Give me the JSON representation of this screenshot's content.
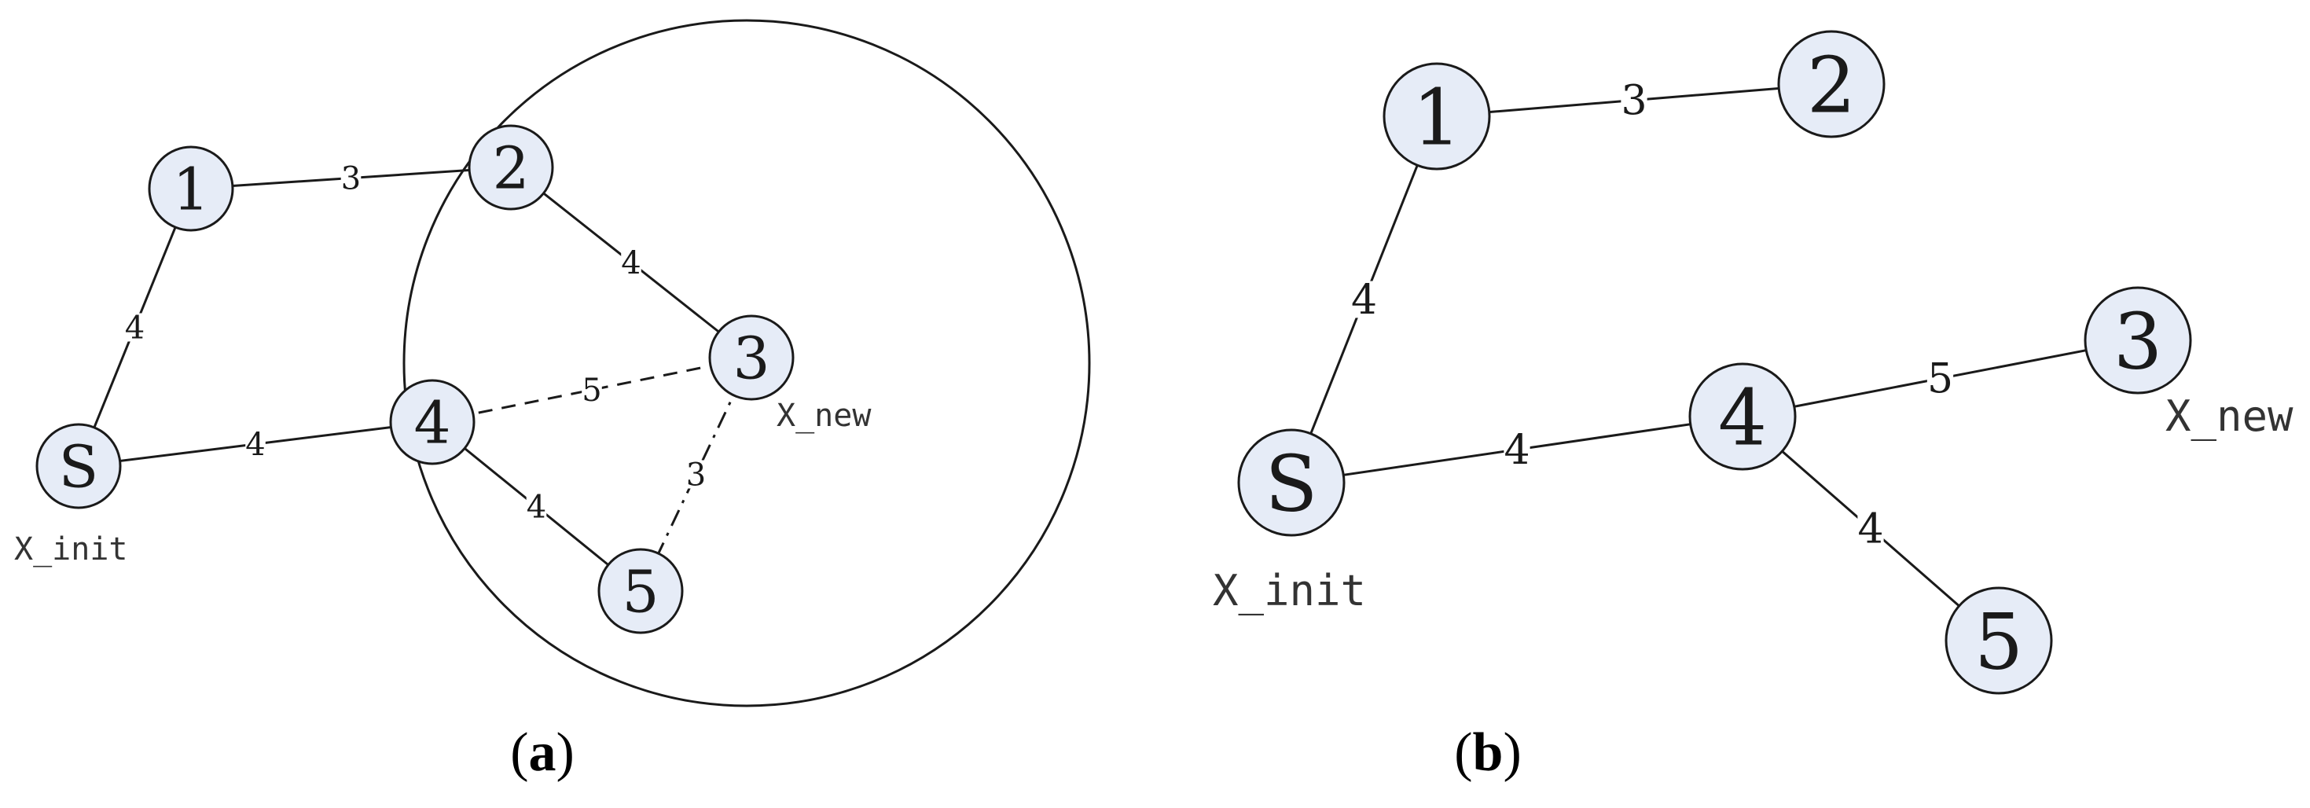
{
  "panels": [
    {
      "id": "a",
      "caption": {
        "open": "(",
        "letter": "a",
        "close": ")"
      },
      "nodes": [
        {
          "id": "1",
          "label": "1"
        },
        {
          "id": "2",
          "label": "2"
        },
        {
          "id": "3",
          "label": "3"
        },
        {
          "id": "4",
          "label": "4"
        },
        {
          "id": "5",
          "label": "5"
        },
        {
          "id": "S",
          "label": "S"
        }
      ],
      "edges": [
        {
          "from": "1",
          "to": "2",
          "weight": "3",
          "style": "solid"
        },
        {
          "from": "2",
          "to": "3",
          "weight": "4",
          "style": "solid"
        },
        {
          "from": "S",
          "to": "1",
          "weight": "4",
          "style": "solid"
        },
        {
          "from": "S",
          "to": "4",
          "weight": "4",
          "style": "solid"
        },
        {
          "from": "4",
          "to": "3",
          "weight": "5",
          "style": "dashed"
        },
        {
          "from": "4",
          "to": "5",
          "weight": "4",
          "style": "solid"
        },
        {
          "from": "5",
          "to": "3",
          "weight": "3",
          "style": "dashdot"
        }
      ],
      "annotations": [
        {
          "text": "X_init",
          "node": "S"
        },
        {
          "text": "X_new",
          "node": "3"
        }
      ]
    },
    {
      "id": "b",
      "caption": {
        "open": "(",
        "letter": "b",
        "close": ")"
      },
      "nodes": [
        {
          "id": "1",
          "label": "1"
        },
        {
          "id": "2",
          "label": "2"
        },
        {
          "id": "3",
          "label": "3"
        },
        {
          "id": "4",
          "label": "4"
        },
        {
          "id": "5",
          "label": "5"
        },
        {
          "id": "S",
          "label": "S"
        }
      ],
      "edges": [
        {
          "from": "1",
          "to": "2",
          "weight": "3",
          "style": "solid"
        },
        {
          "from": "S",
          "to": "1",
          "weight": "4",
          "style": "solid"
        },
        {
          "from": "S",
          "to": "4",
          "weight": "4",
          "style": "solid"
        },
        {
          "from": "4",
          "to": "3",
          "weight": "5",
          "style": "solid"
        },
        {
          "from": "4",
          "to": "5",
          "weight": "4",
          "style": "solid"
        }
      ],
      "annotations": [
        {
          "text": "X_init",
          "node": "S"
        },
        {
          "text": "X_new",
          "node": "3"
        }
      ]
    }
  ],
  "colors": {
    "node_fill": "#e6ecf7",
    "stroke": "#1a1a1a"
  }
}
